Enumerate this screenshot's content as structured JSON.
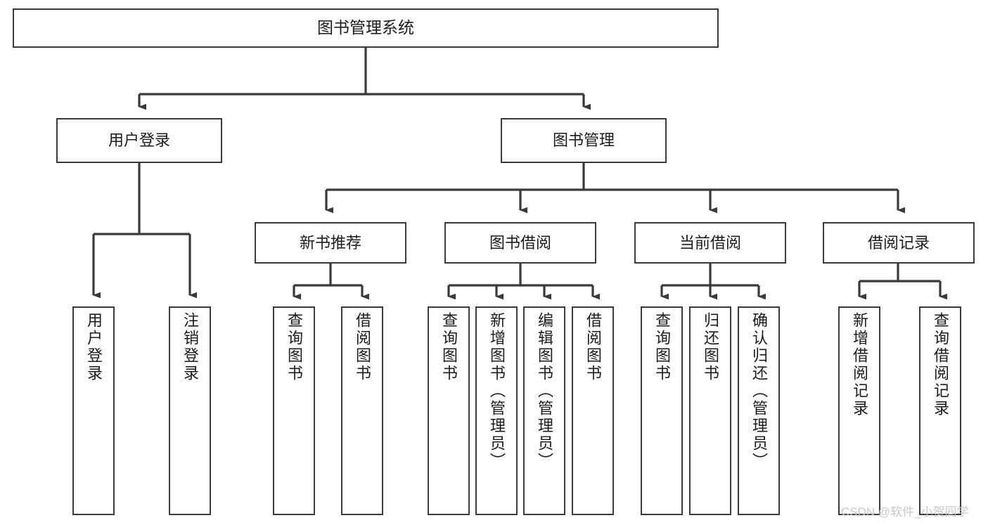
{
  "diagram": {
    "title": "图书管理系统",
    "type": "hierarchy-tree",
    "theme": {
      "background": "#ffffff",
      "line_color": "#3a3a3a",
      "box_border": "#3a3a3a",
      "box_fill": "#ffffff",
      "text_color": "#1b1b1b",
      "watermark_color": "#c9c9c9"
    },
    "root": {
      "label": "图书管理系统"
    },
    "level2": [
      {
        "label": "用户登录"
      },
      {
        "label": "图书管理"
      }
    ],
    "level3": [
      {
        "label": "新书推荐"
      },
      {
        "label": "图书借阅"
      },
      {
        "label": "当前借阅"
      },
      {
        "label": "借阅记录"
      }
    ],
    "leaves": {
      "user_login": [
        {
          "label": "用户登录"
        },
        {
          "label": "注销登录"
        }
      ],
      "new_book_recommend": [
        {
          "label": "查询图书"
        },
        {
          "label": "借阅图书"
        }
      ],
      "book_borrow": [
        {
          "label": "查询图书"
        },
        {
          "label": "新增图书（管理员）"
        },
        {
          "label": "编辑图书（管理员）"
        },
        {
          "label": "借阅图书"
        }
      ],
      "current_borrow": [
        {
          "label": "查询图书"
        },
        {
          "label": "归还图书"
        },
        {
          "label": "确认归还（管理员）"
        }
      ],
      "borrow_record": [
        {
          "label": "新增借阅记录"
        },
        {
          "label": "查询借阅记录"
        }
      ]
    },
    "watermark": {
      "text": "CSDN @软件_小贺同学"
    }
  }
}
